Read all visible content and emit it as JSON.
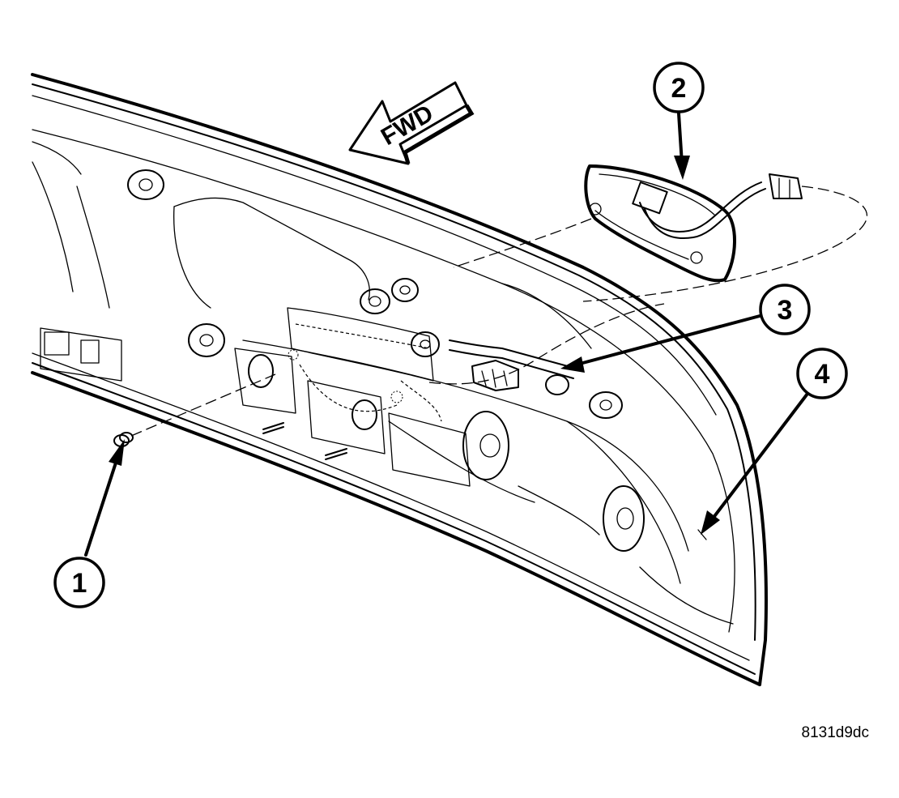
{
  "direction_label": "FWD",
  "figure_code": "8131d9dc",
  "callouts": [
    {
      "id": "1",
      "label": "1"
    },
    {
      "id": "2",
      "label": "2"
    },
    {
      "id": "3",
      "label": "3"
    },
    {
      "id": "4",
      "label": "4"
    }
  ]
}
